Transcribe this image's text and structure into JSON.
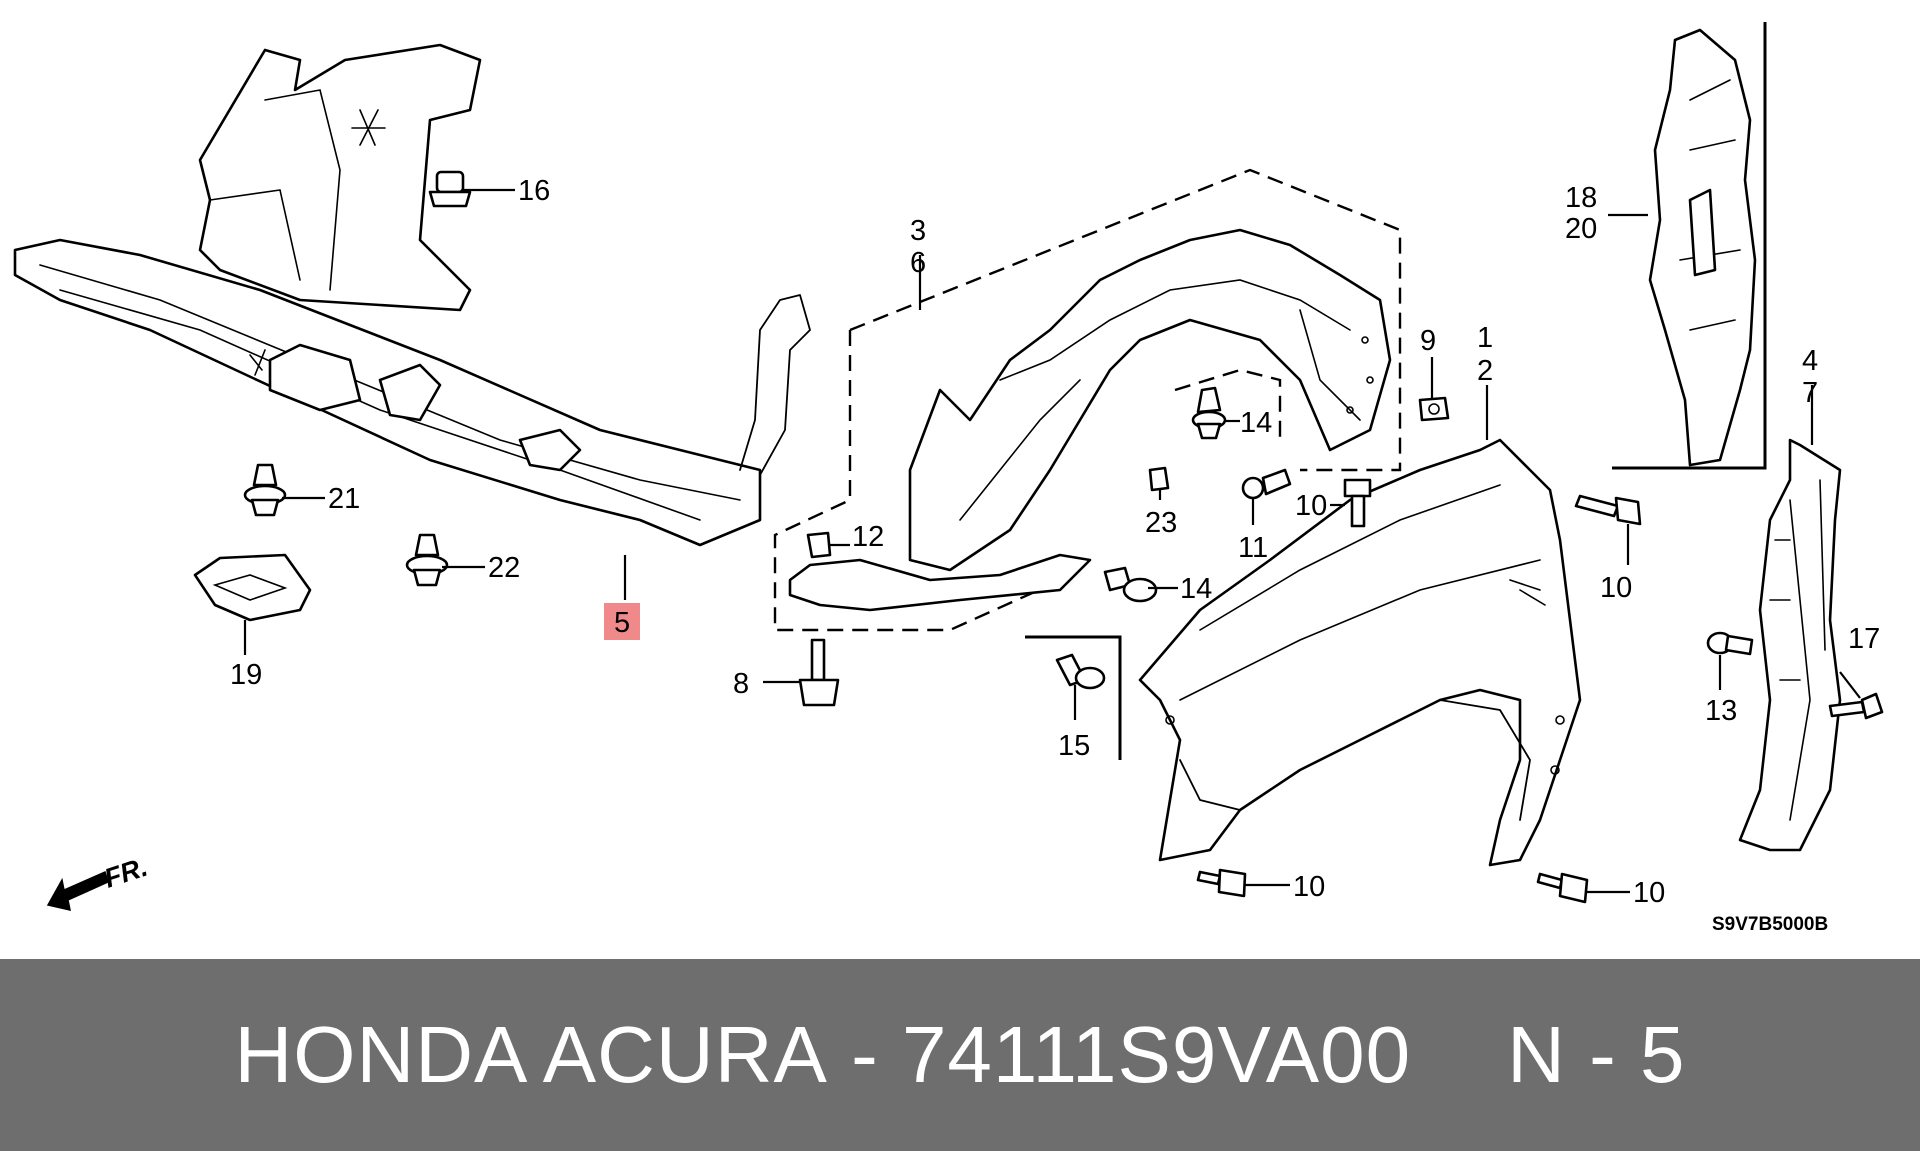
{
  "colors": {
    "highlight": "#f08a8a",
    "footer_bg": "#6e6e6e",
    "line": "#000000"
  },
  "labels": {
    "l1": "1",
    "l2": "2",
    "l3": "3",
    "l4": "4",
    "l5": "5",
    "l6": "6",
    "l7": "7",
    "l8": "8",
    "l9": "9",
    "l10a": "10",
    "l10b": "10",
    "l10c": "10",
    "l10d": "10",
    "l11": "11",
    "l12": "12",
    "l13": "13",
    "l14a": "14",
    "l14b": "14",
    "l15": "15",
    "l16": "16",
    "l17": "17",
    "l18": "18",
    "l19": "19",
    "l20": "20",
    "l21": "21",
    "l22": "22",
    "l23": "23"
  },
  "highlighted_part": "5",
  "direction_label": "FR.",
  "diagram_code": "S9V7B5000B",
  "footer": {
    "brand": "HONDA ACURA",
    "separator": "-",
    "part_number": "74111S9VA00",
    "position": "N - 5"
  }
}
